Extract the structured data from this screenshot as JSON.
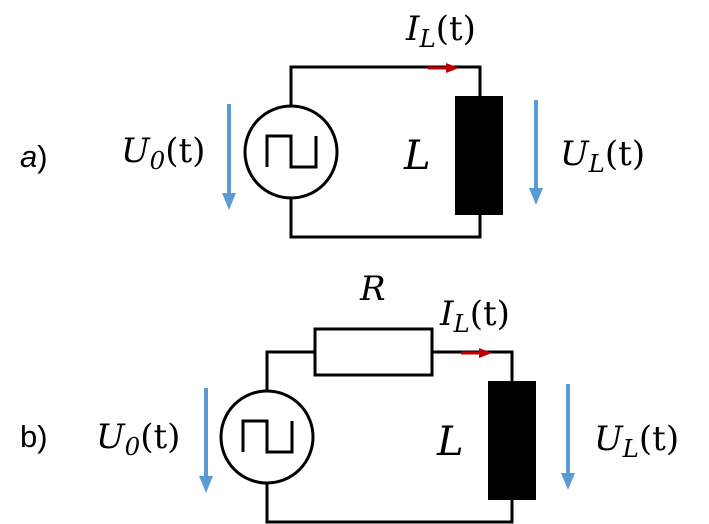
{
  "circuit_a": {
    "tag_letter": "a",
    "tag_paren": ")",
    "source_voltage": {
      "symbol": "U",
      "sub": "0",
      "arg": "(t)"
    },
    "inductor_label": "L",
    "inductor_voltage": {
      "symbol": "U",
      "sub": "L",
      "arg": "(t)"
    },
    "current": {
      "symbol": "I",
      "sub": "L",
      "arg": "(t)"
    }
  },
  "circuit_b": {
    "tag": "b)",
    "resistor_label": "R",
    "source_voltage": {
      "symbol": "U",
      "sub": "0",
      "arg": "(t)"
    },
    "inductor_label": "L",
    "inductor_voltage": {
      "symbol": "U",
      "sub": "L",
      "arg": "(t)"
    },
    "current": {
      "symbol": "I",
      "sub": "L",
      "arg": "(t)"
    }
  },
  "colors": {
    "wire": "#000000",
    "voltage_arrow": "#5b9bd5",
    "current_arrow": "#c00000",
    "inductor_fill": "#000000"
  }
}
